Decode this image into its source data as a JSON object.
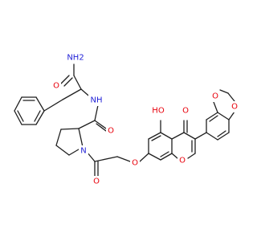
{
  "molecule": {
    "atoms": [
      {
        "id": "n_nh2",
        "text": "NH2",
        "element": "N"
      },
      {
        "id": "o_amide1",
        "text": "O",
        "element": "O"
      },
      {
        "id": "nh",
        "text": "NH",
        "element": "N"
      },
      {
        "id": "o_amide2",
        "text": "O",
        "element": "O"
      },
      {
        "id": "n_pro",
        "text": "N",
        "element": "N"
      },
      {
        "id": "o_acyl",
        "text": "O",
        "element": "O"
      },
      {
        "id": "o_ether",
        "text": "O",
        "element": "O"
      },
      {
        "id": "o_hydroxy",
        "text": "HO",
        "element": "O"
      },
      {
        "id": "o_ketone",
        "text": "O",
        "element": "O"
      },
      {
        "id": "o_ring",
        "text": "O",
        "element": "O"
      },
      {
        "id": "o_diox1",
        "text": "O",
        "element": "O"
      },
      {
        "id": "o_diox2",
        "text": "O",
        "element": "O"
      }
    ]
  },
  "colors": {
    "bond": "#1f1f1f",
    "oxygen": "#e8000b",
    "nitrogen": "#1f1fd6",
    "background": "#ffffff"
  }
}
